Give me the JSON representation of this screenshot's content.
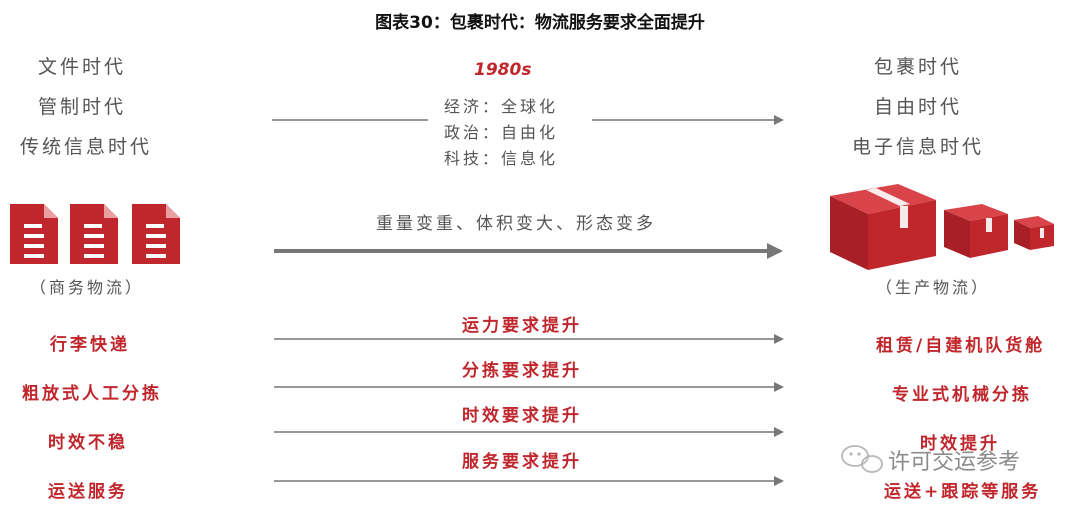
{
  "title": "图表30：包裹时代：物流服务要求全面提升",
  "left_eras": [
    "文件时代",
    "管制时代",
    "传统信息时代"
  ],
  "right_eras": [
    "包裹时代",
    "自由时代",
    "电子信息时代"
  ],
  "year": "1980s",
  "factors": [
    "经济：全球化",
    "政治：自由化",
    "科技：信息化"
  ],
  "change_text": "重量变重、体积变大、形态变多",
  "left_caption": "（商务物流）",
  "right_caption": "（生产物流）",
  "left_items": [
    "行李快递",
    "粗放式人工分拣",
    "时效不稳",
    "运送服务"
  ],
  "arrow_labels": [
    "运力要求提升",
    "分拣要求提升",
    "时效要求提升",
    "服务要求提升"
  ],
  "right_items": [
    "租赁/自建机队货舱",
    "专业式机械分拣",
    "时效提升",
    "运送+跟踪等服务"
  ],
  "watermark": "许可交运参考",
  "colors": {
    "accent": "#c0272d",
    "text_gray": "#555555",
    "arrow": "#777777"
  },
  "icons": {
    "left": "document-icon",
    "right": "package-box-icon",
    "watermark": "wechat-icon"
  }
}
